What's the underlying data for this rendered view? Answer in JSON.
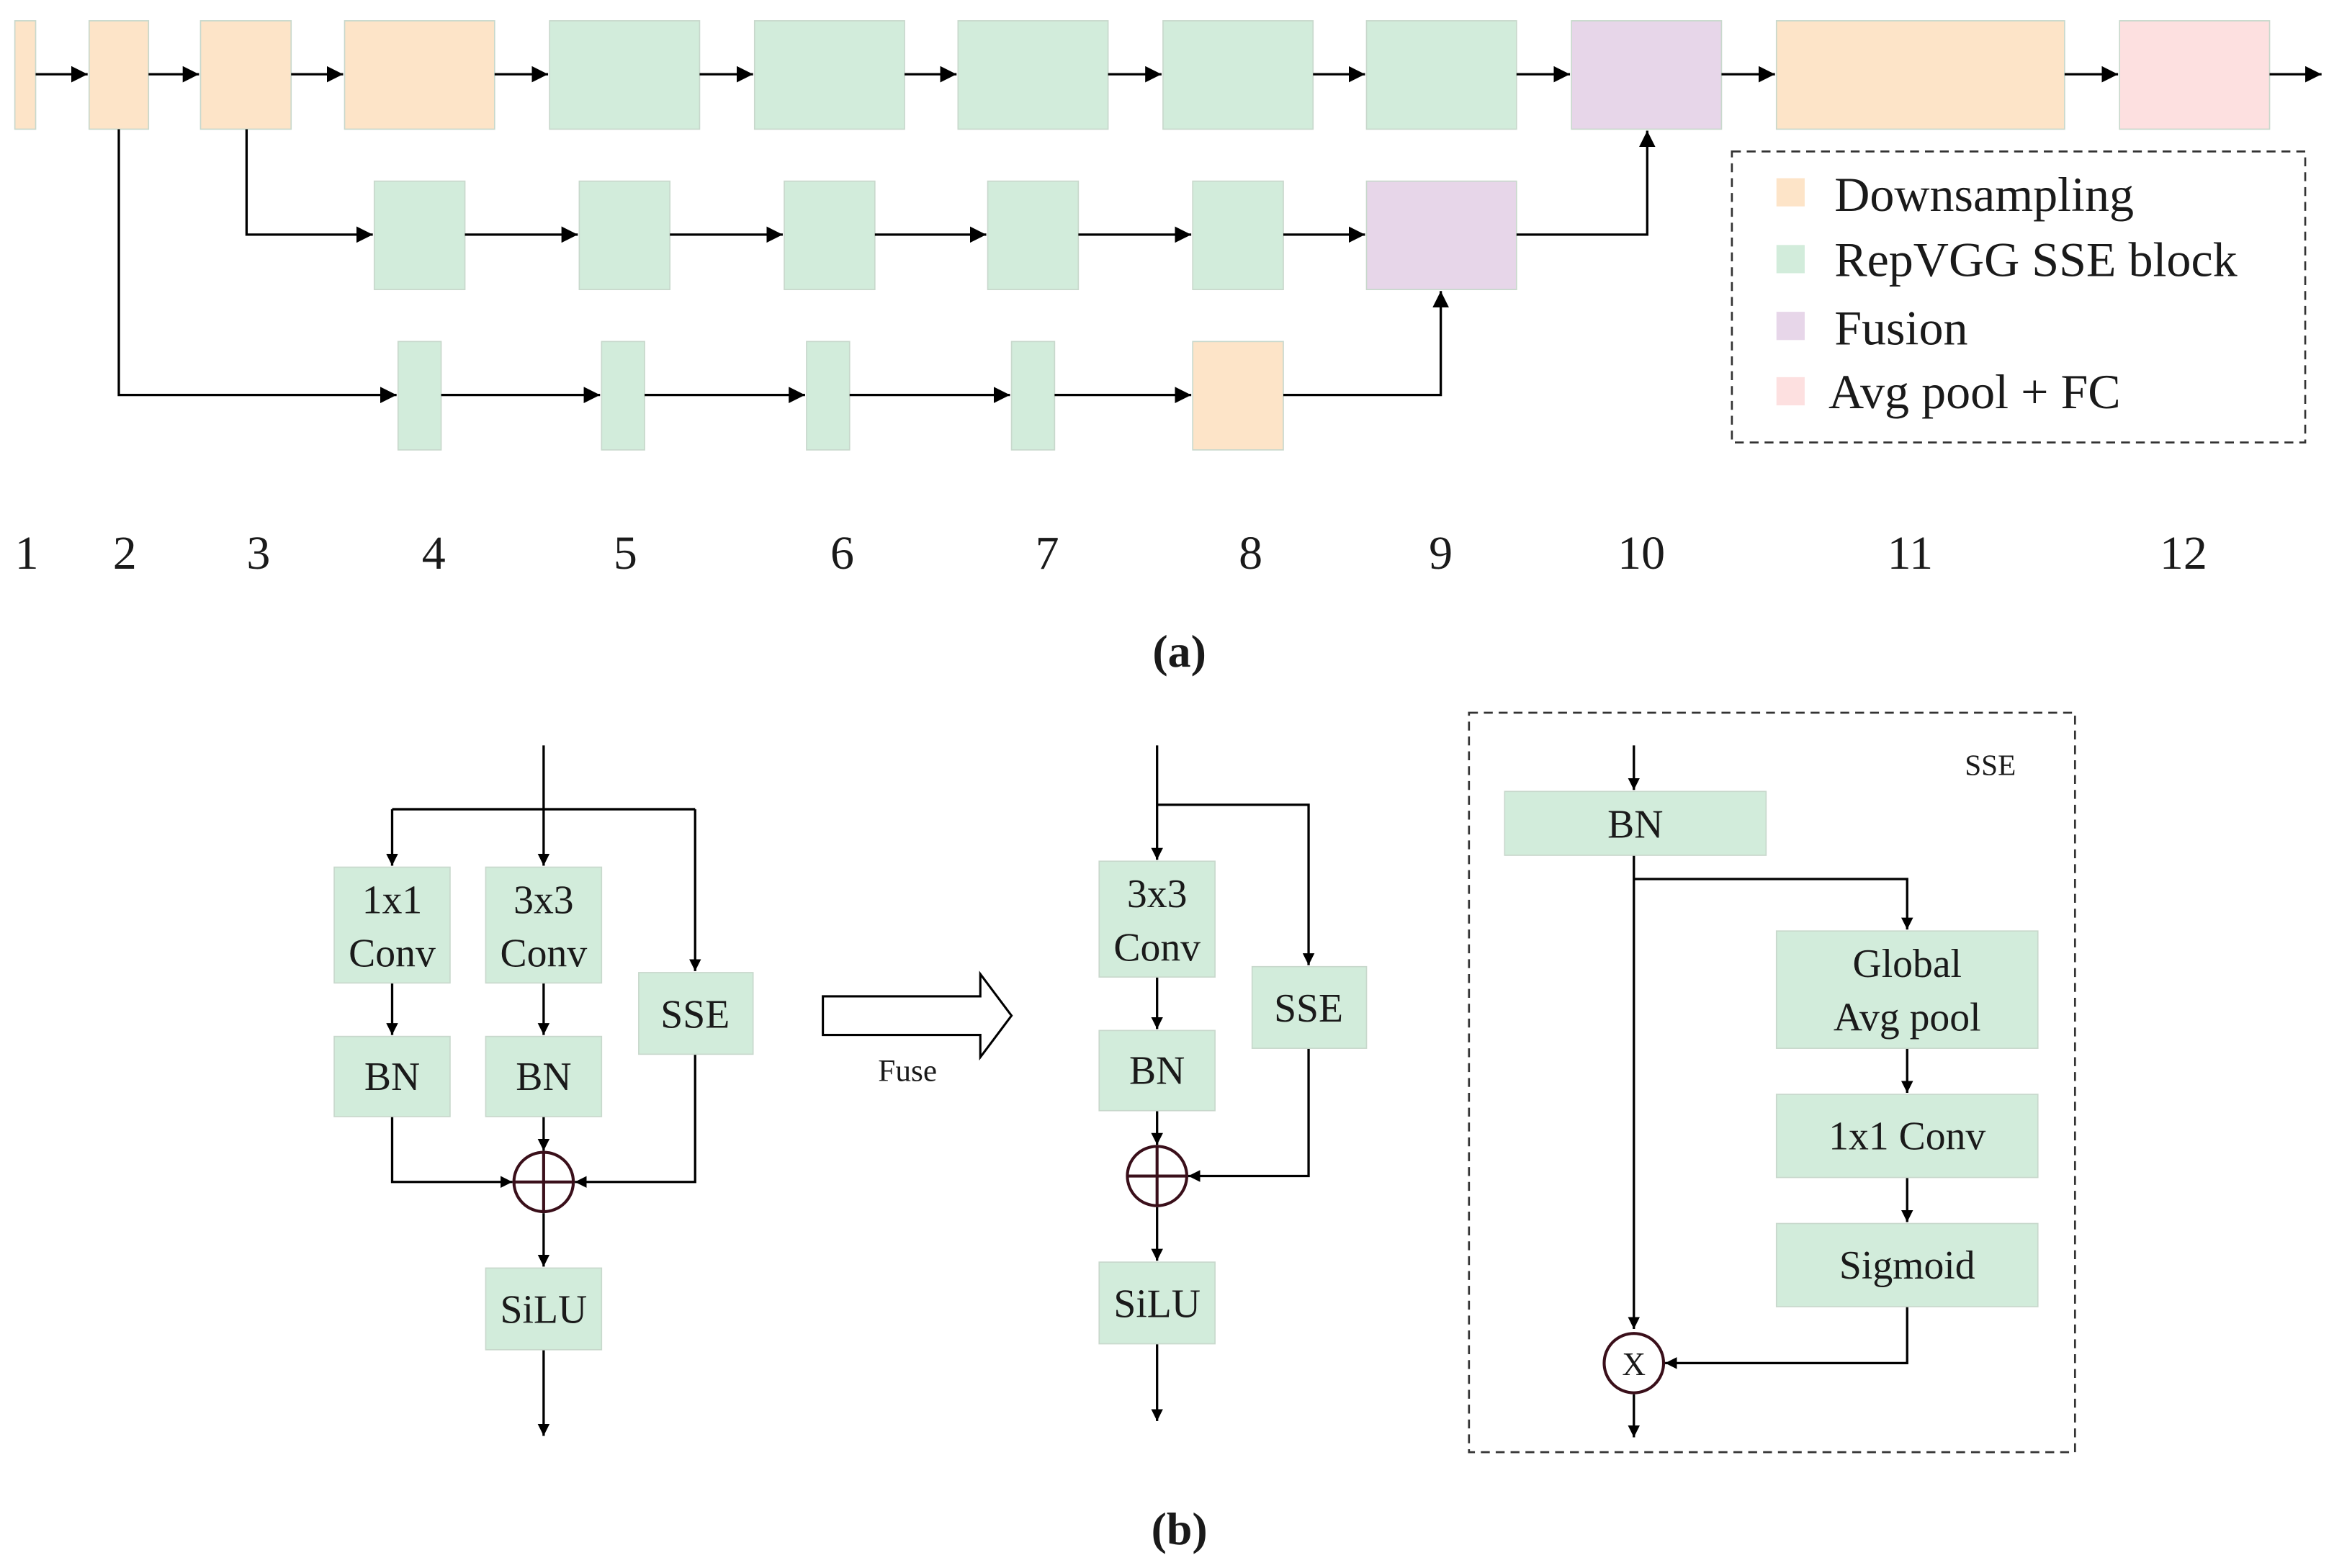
{
  "colors": {
    "downsampling": "#fde4c8",
    "repvgg_sse_block": "#d2ecdb",
    "fusion": "#e7d6e9",
    "avgpool_fc": "#fde0e0",
    "block_border": "#c8d8cc",
    "line": "#000000",
    "op_circle": "#3a0f1a"
  },
  "legend": {
    "items": [
      {
        "key": "downsampling",
        "label": "Downsampling"
      },
      {
        "key": "repvgg_sse_block",
        "label": "RepVGG SSE block"
      },
      {
        "key": "fusion",
        "label": "Fusion"
      },
      {
        "key": "avgpool_fc",
        "label": "Avg pool + FC"
      }
    ]
  },
  "panel_a": {
    "caption": "(a)",
    "stage_numbers": [
      "1",
      "2",
      "3",
      "4",
      "5",
      "6",
      "7",
      "8",
      "9",
      "10",
      "11",
      "12"
    ]
  },
  "panel_b": {
    "caption": "(b)",
    "left_block": {
      "conv1": [
        "1x1",
        "Conv"
      ],
      "conv3": [
        "3x3",
        "Conv"
      ],
      "bn1": "BN",
      "bn3": "BN",
      "sse": "SSE",
      "act": "SiLU"
    },
    "fuse_label": "Fuse",
    "fused_block": {
      "conv3": [
        "3x3",
        "Conv"
      ],
      "bn": "BN",
      "sse": "SSE",
      "act": "SiLU"
    },
    "sse_module": {
      "title": "SSE",
      "bn": "BN",
      "gap": [
        "Global",
        "Avg pool"
      ],
      "conv": "1x1 Conv",
      "sigmoid": "Sigmoid",
      "multiply": "X"
    }
  }
}
